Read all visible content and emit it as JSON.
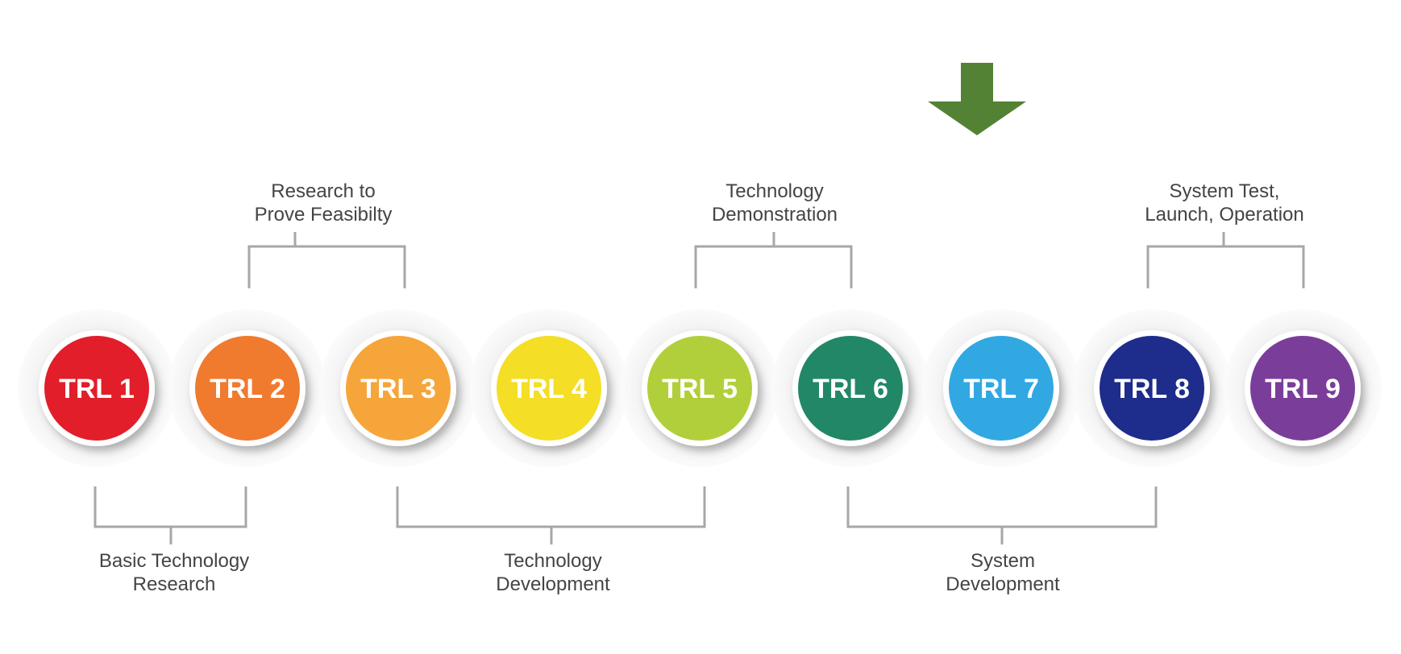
{
  "levels": [
    {
      "label": "TRL 1",
      "color": "#e21e2a"
    },
    {
      "label": "TRL 2",
      "color": "#f07a2e"
    },
    {
      "label": "TRL 3",
      "color": "#f6a53a"
    },
    {
      "label": "TRL 4",
      "color": "#f4de26"
    },
    {
      "label": "TRL 5",
      "color": "#b1cf3a"
    },
    {
      "label": "TRL 6",
      "color": "#228767"
    },
    {
      "label": "TRL 7",
      "color": "#31a8e2"
    },
    {
      "label": "TRL 8",
      "color": "#1e2c8b"
    },
    {
      "label": "TRL 9",
      "color": "#7a3e9a"
    }
  ],
  "top_labels": [
    {
      "line1": "Research to",
      "line2": "Prove Feasibilty"
    },
    {
      "line1": "Technology",
      "line2": "Demonstration"
    },
    {
      "line1": "System Test,",
      "line2": "Launch, Operation"
    }
  ],
  "bottom_labels": [
    {
      "line1": "Basic Technology",
      "line2": "Research"
    },
    {
      "line1": "Technology",
      "line2": "Development"
    },
    {
      "line1": "System",
      "line2": "Development"
    }
  ],
  "indicator": {
    "icon": "down-arrow-icon",
    "color": "#548235",
    "points_to_level": "TRL 7"
  }
}
